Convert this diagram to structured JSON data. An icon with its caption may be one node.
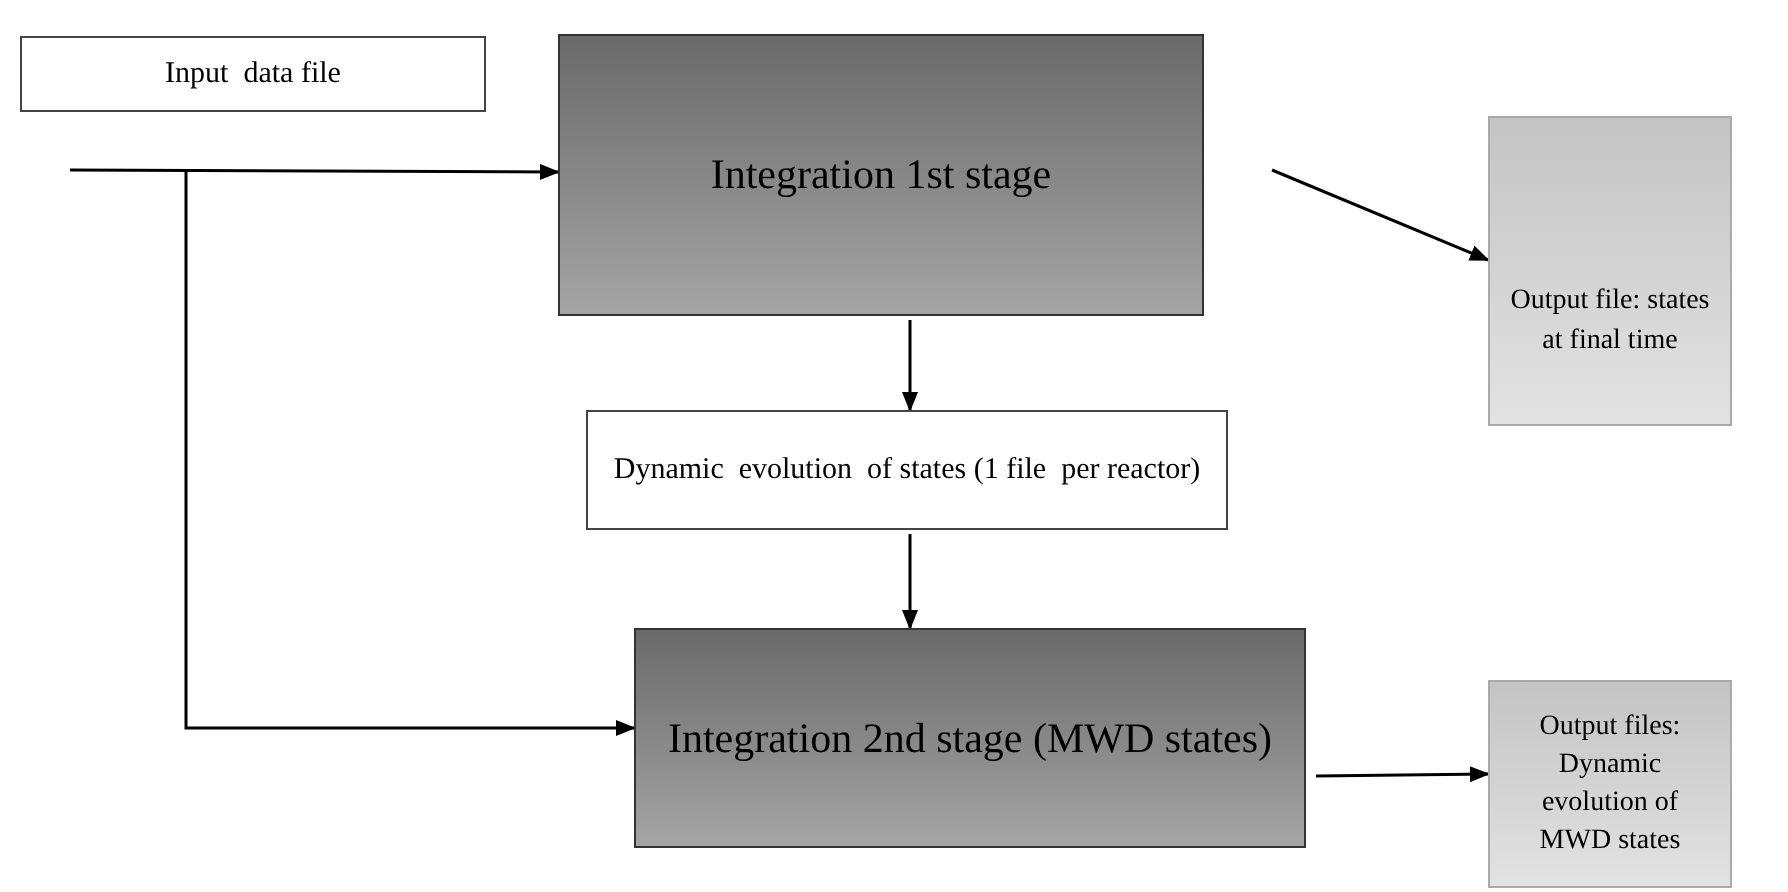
{
  "diagram": {
    "nodes": [
      {
        "text": [
          "Input  data file"
        ]
      },
      {
        "text": [
          "Integration 1st stage"
        ]
      },
      {
        "text": [
          "Output file: states at final time"
        ]
      },
      {
        "text": [
          "Dynamic  evolution  of states (1 file  per reactor)"
        ]
      },
      {
        "text": [
          "Integration 2nd stage (MWD states)"
        ]
      },
      {
        "text": [
          "Output files: Dynamic evolution of MWD states"
        ]
      }
    ],
    "edges": [
      {
        "from": null,
        "to": 1,
        "arrow": "to"
      },
      {
        "from": null,
        "to": 4,
        "arrow": "to"
      },
      {
        "from": 1,
        "to": 2,
        "arrow": "to"
      },
      {
        "from": 1,
        "to": 3,
        "arrow": "to"
      },
      {
        "from": 3,
        "to": 4,
        "arrow": "to"
      },
      {
        "from": 4,
        "to": 5,
        "arrow": "to"
      }
    ]
  }
}
